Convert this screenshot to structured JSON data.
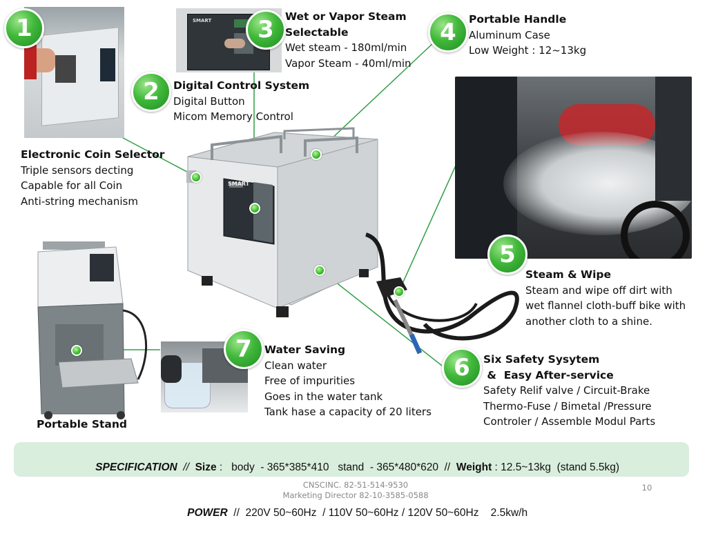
{
  "features": [
    {
      "number": "1",
      "title": "Electronic Coin Selector",
      "lines": [
        "Triple sensors decting",
        "Capable for all Coin",
        "Anti-string mechanism"
      ]
    },
    {
      "number": "2",
      "title": "Digital Control System",
      "lines": [
        "Digital Button",
        "Micom Memory Control"
      ]
    },
    {
      "number": "3",
      "title_lines": [
        "Wet or Vapor Steam",
        "Selectable"
      ],
      "lines": [
        "Wet steam - 180ml/min",
        "Vapor Steam - 40ml/min"
      ]
    },
    {
      "number": "4",
      "title": "Portable Handle",
      "lines": [
        "Aluminum Case",
        "Low Weight  : 12~13kg"
      ]
    },
    {
      "number": "5",
      "title": "Steam & Wipe",
      "lines": [
        "Steam and wipe off dirt with",
        "wet flannel cloth-buff bike with",
        "another cloth to a shine."
      ]
    },
    {
      "number": "6",
      "title_lines": [
        "Six Safety Sysytem",
        " &  Easy After-service"
      ],
      "lines": [
        "Safety Relif valve / Circuit-Brake",
        "Thermo-Fuse / Bimetal /Pressure",
        "Controler / Assemble Modul Parts"
      ]
    },
    {
      "number": "7",
      "title": "Water Saving",
      "lines": [
        "Clean water",
        "Free of impurities",
        "Goes in the water tank",
        "Tank hase a capacity of 20 liters"
      ]
    }
  ],
  "stand_label": "Portable Stand",
  "machine_brand": "SMART",
  "spec": {
    "label": "SPECIFICATION",
    "sep1": "  //  ",
    "size_label": "Size",
    "size_value": " :   body  - 365*385*410   stand  - 365*480*620  //  ",
    "weight_label": "Weight",
    "weight_value": " : 12.5~13kg  (stand 5.5kg)",
    "power_label": "POWER",
    "power_value": "  //  220V 50~60Hz  / 110V 50~60Hz / 120V 50~60Hz    2.5kw/h"
  },
  "footer": {
    "company": "CNSCINC. 82-51-514-9530",
    "contact": "Marketing Director 82-10-3585-0588"
  },
  "page_number": "10",
  "colors": {
    "accent_green": "#3fb63a",
    "spec_bg": "#d9eedd",
    "line_green": "#2f9e44"
  }
}
